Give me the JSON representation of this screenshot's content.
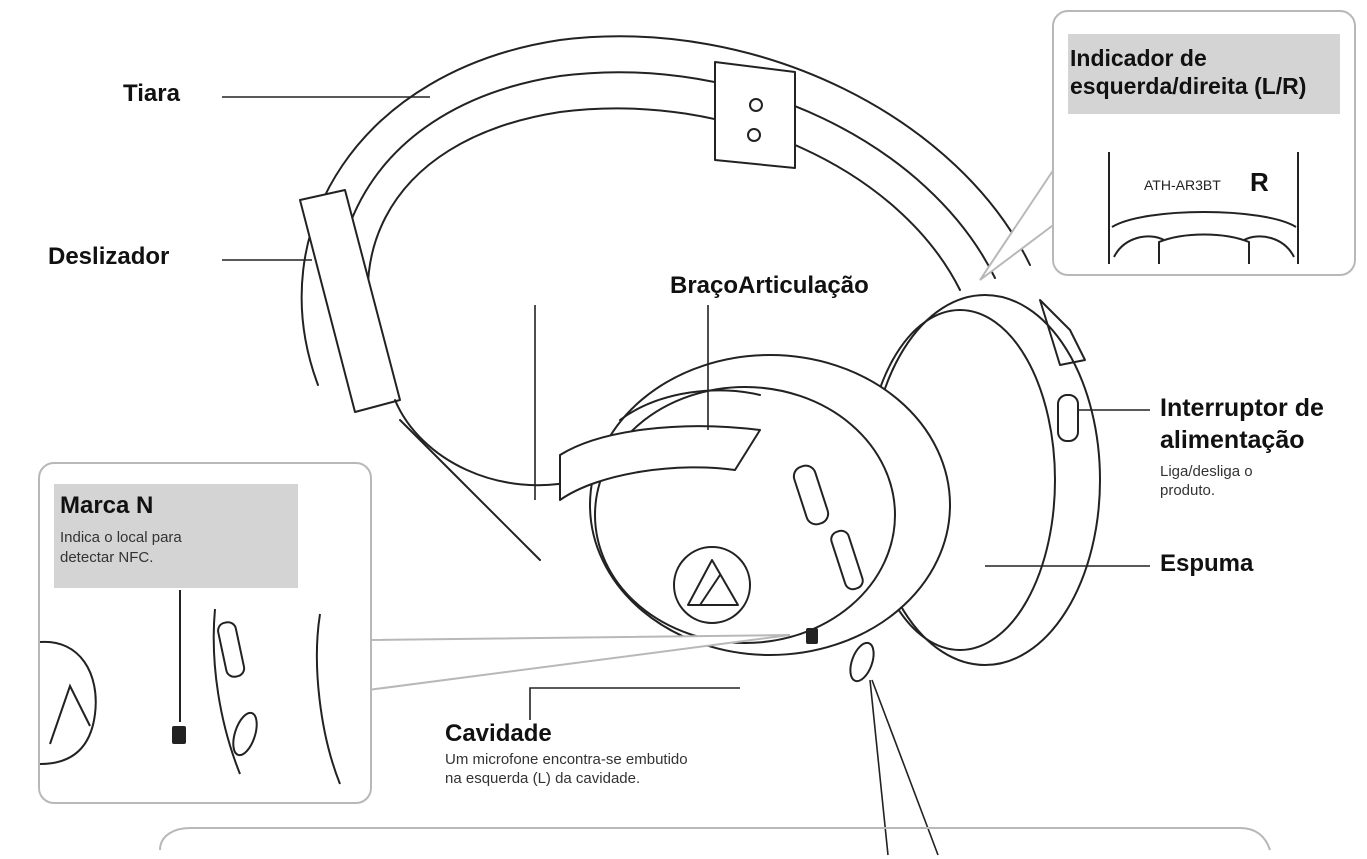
{
  "labels": {
    "headband": "Tiara",
    "slider": "Deslizador",
    "arm": "Braço",
    "hinge": "Articulação",
    "power_switch_line1": "Interruptor de",
    "power_switch_line2": "alimentação",
    "power_switch_desc_line1": "Liga/desliga o",
    "power_switch_desc_line2": "produto.",
    "earpad": "Espuma",
    "housing": "Cavidade",
    "housing_desc_line1": "Um microfone encontra-se embutido",
    "housing_desc_line2": "na esquerda (L) da cavidade."
  },
  "lr_inset": {
    "title_line1": "Indicador de",
    "title_line2": "esquerda/direita (L/R)",
    "model_text": "ATH-AR3BT",
    "side_letter": "R"
  },
  "nfc_inset": {
    "title": "Marca N",
    "desc_line1": "Indica o local para",
    "desc_line2": "detectar NFC."
  },
  "colors": {
    "line": "#222222",
    "inset_border": "#b8b8b8",
    "inset_header": "#d4d4d4"
  }
}
